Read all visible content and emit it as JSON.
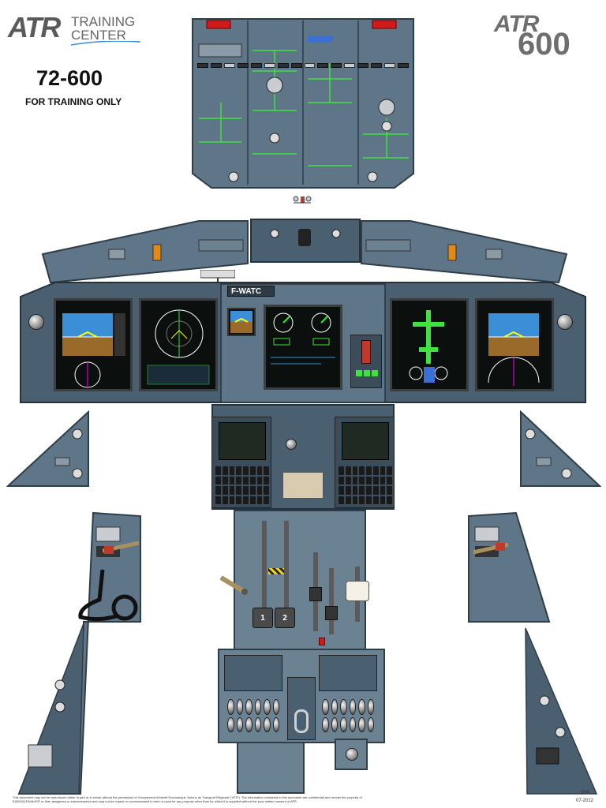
{
  "header": {
    "logo_brand": "ATR",
    "logo_line1": "TRAINING",
    "logo_line2": "CENTER",
    "model_title": "72-600",
    "subtitle": "FOR TRAINING ONLY",
    "right_logo_top": "ATR",
    "right_logo_bottom": "600"
  },
  "glareshield": {
    "aircraft_reg": "F-WATC"
  },
  "throttle": {
    "lever_1_label": "1",
    "lever_2_label": "2"
  },
  "footer": {
    "disclaimer": "This document may not be reproduced either in part or in whole without the permission of Groupement d'Intérêt Economique 'Avions de Transport Régional' ('ATR'). The information contained in this document are confidential and remain the property of EADS/ALENIA/ATR or their assignees or subcontractors and may not be copied or communicated to third or used for any purpose other than for which it is supplied without the prior written consent of ATR.",
    "version": "V08",
    "date": "07-2012"
  },
  "colors": {
    "panel": "#5e7688",
    "panel_dark": "#4a5f70",
    "annunciator_red": "#d11a1a",
    "line_green": "#3fe23f",
    "screen_black": "#0b0f0d",
    "sky_blue": "#3a8fd6",
    "ground_brown": "#9a6a2a"
  }
}
